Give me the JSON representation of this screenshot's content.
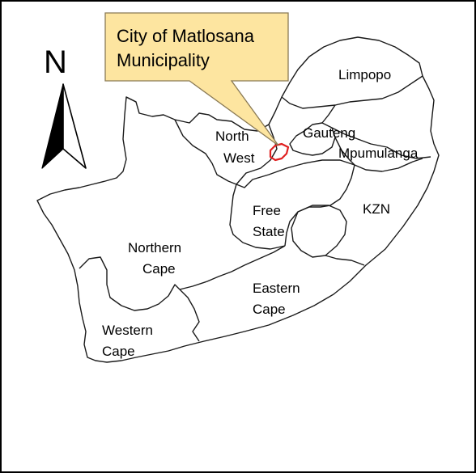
{
  "callout": {
    "lines": [
      "City of Matlosana",
      "Municipality"
    ],
    "fill": "#fde5a0",
    "stroke": "#8a7a55"
  },
  "north_arrow": {
    "letter": "N"
  },
  "provinces": {
    "limpopo": "Limpopo",
    "gauteng": "Gauteng",
    "mpumalanga": "Mpumulanga",
    "kzn": "KZN",
    "north_west": [
      "North",
      "West"
    ],
    "free_state": [
      "Free",
      "State"
    ],
    "northern_cape": [
      "Northern",
      "Cape"
    ],
    "eastern_cape": [
      "Eastern",
      "Cape"
    ],
    "western_cape": [
      "Western",
      "Cape"
    ]
  },
  "highlight": {
    "color": "#e02020",
    "name": "City of Matlosana boundary"
  },
  "colors": {
    "land": "#ffffff",
    "border": "#1a1a1a",
    "frame": "#000000"
  }
}
